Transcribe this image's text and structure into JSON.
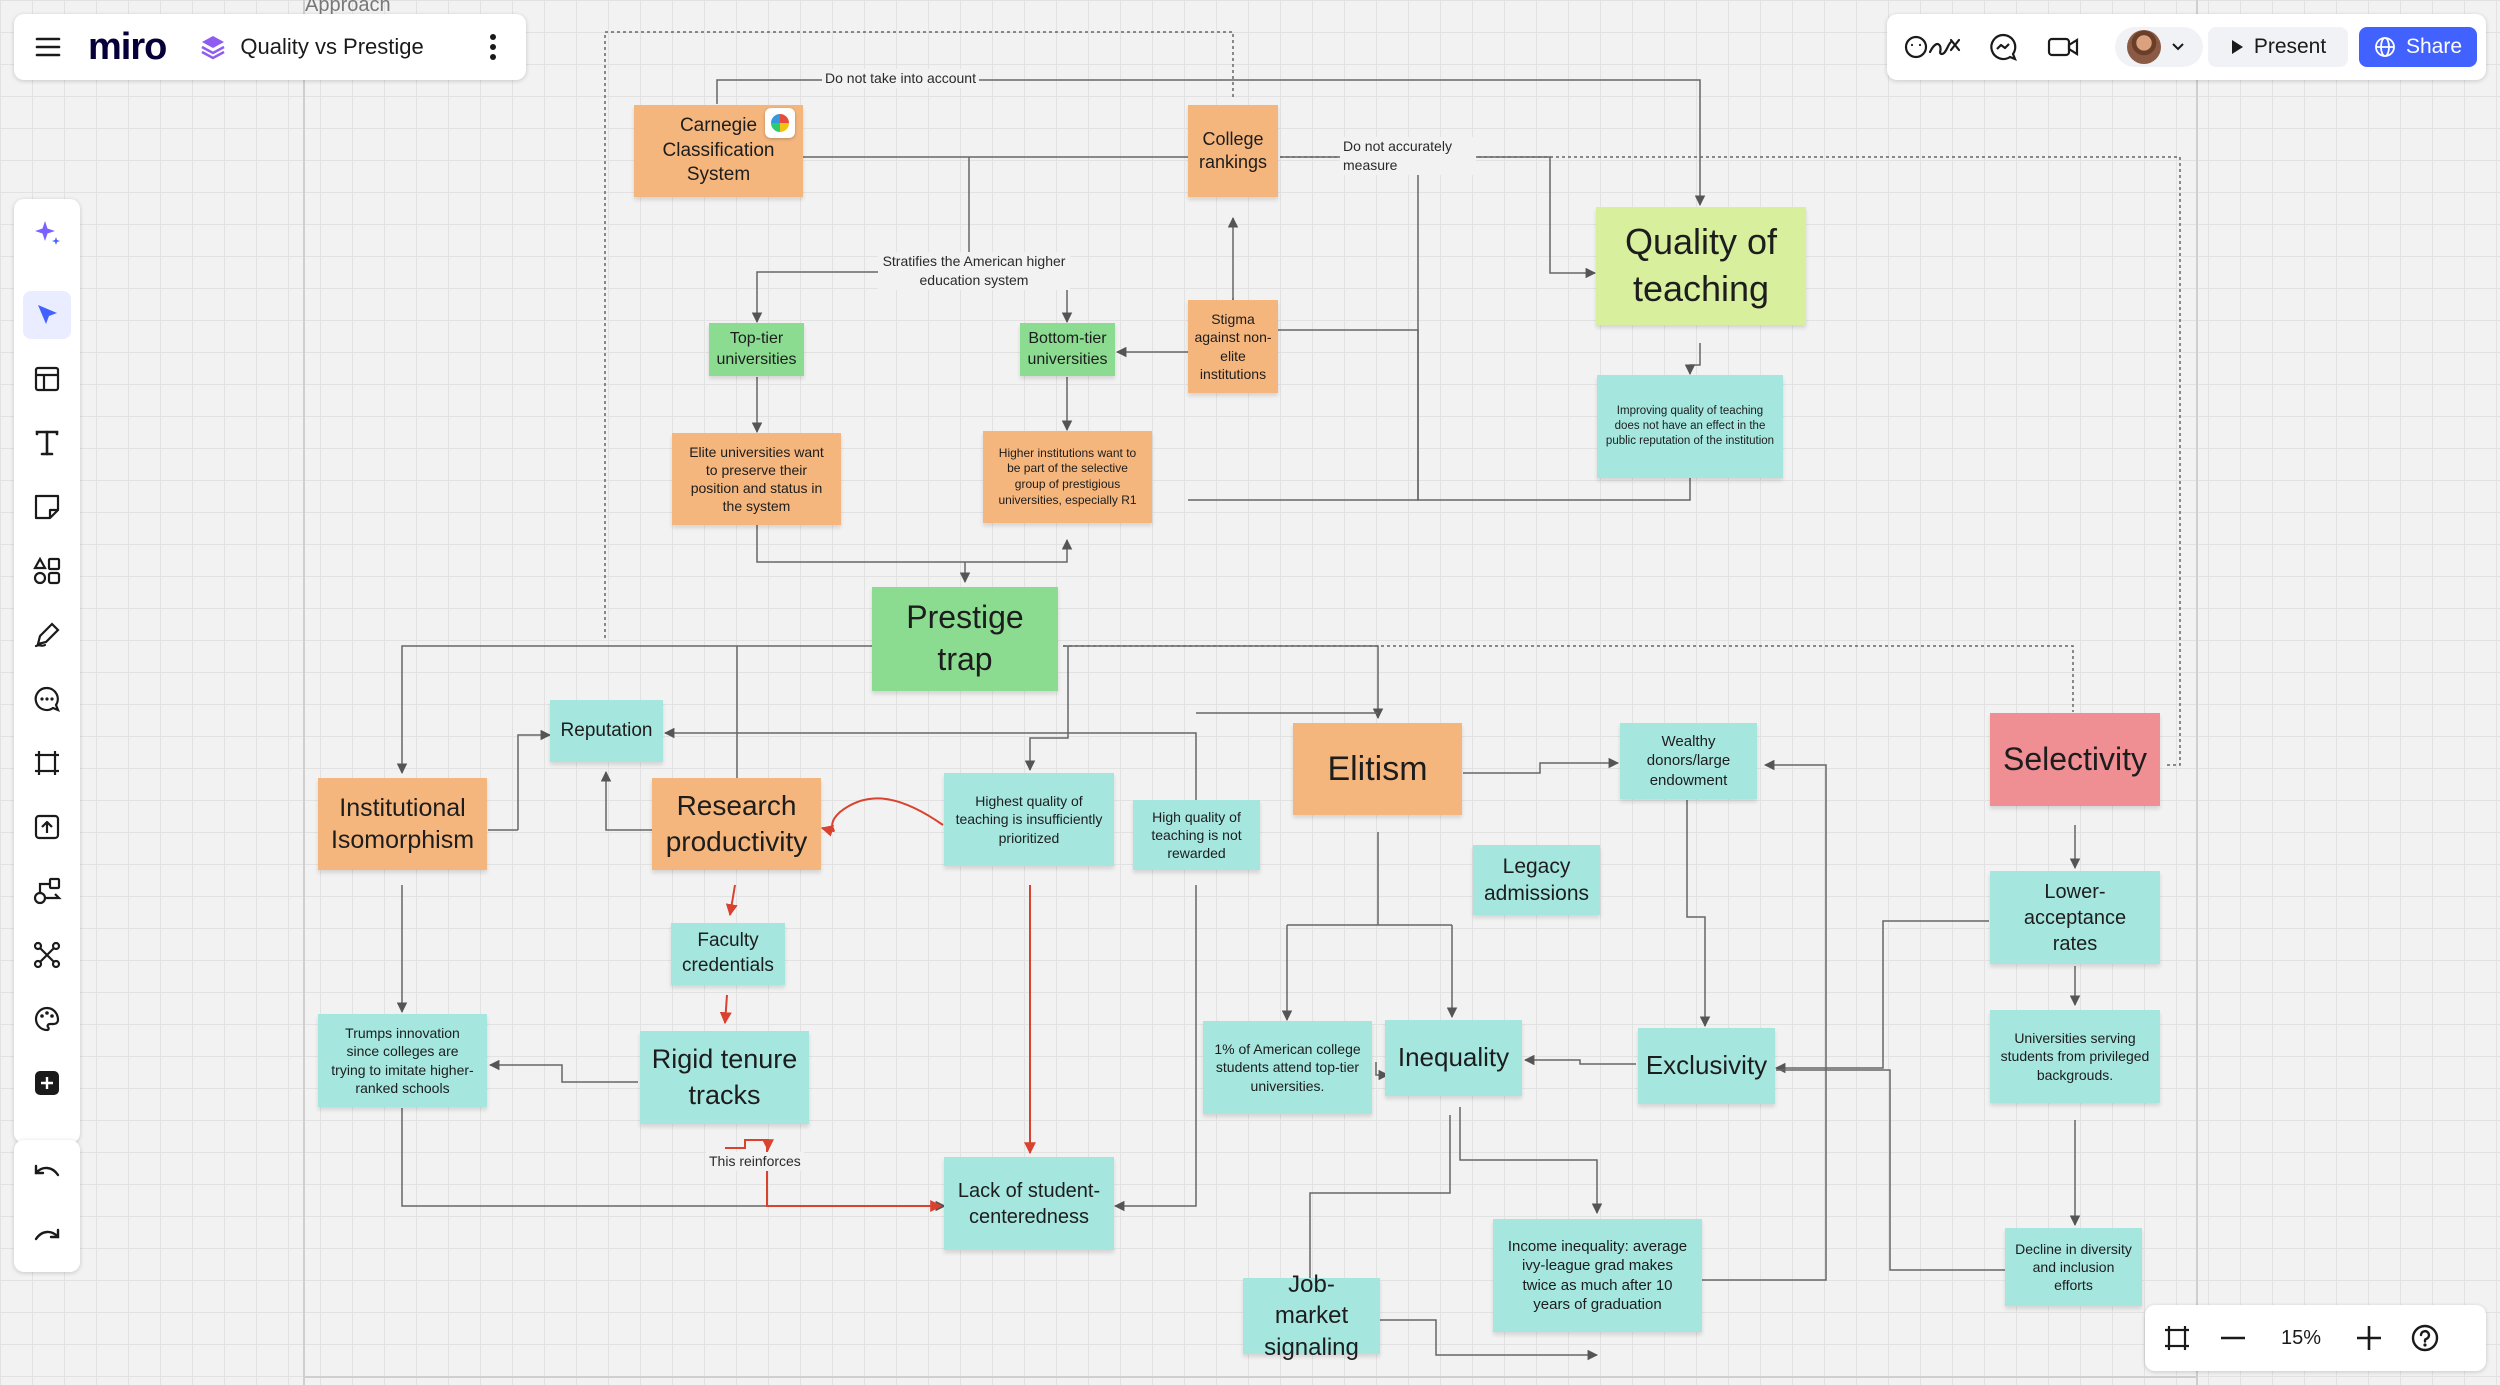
{
  "board": {
    "title": "Quality vs Prestige",
    "frame_label": "Approach"
  },
  "toolbar": {
    "present_label": "Present",
    "share_label": "Share",
    "tools": [
      "ai-sparkle",
      "select",
      "templates",
      "text",
      "sticky-note",
      "shapes",
      "pen",
      "comment",
      "frame",
      "upload",
      "diagramming",
      "mind-map",
      "apps",
      "more"
    ]
  },
  "zoom": {
    "level": "15%"
  },
  "colors": {
    "orange": "#f5b67d",
    "green": "#8bdc91",
    "lime": "#d8ef9e",
    "teal": "#a5e6df",
    "pink": "#ef8e93",
    "accent": "#4262ff",
    "red_arrow": "#d9422f"
  },
  "notes": {
    "carnegie": "Carnegie Classification System",
    "college_rankings": "College rankings",
    "quality_teaching": "Quality of teaching",
    "top_tier": "Top-tier universities",
    "bottom_tier": "Bottom-tier universities",
    "stigma": "Stigma against non-elite institutions",
    "improving_quality": "Improving quality of teaching does not have an effect in the public reputation of the institution",
    "elite_preserve": "Elite universities want to preserve their position and status in the system",
    "higher_inst": "Higher institutions want to be part of the selective group of prestigious universities, especially R1",
    "prestige_trap": "Prestige trap",
    "reputation": "Reputation",
    "institutional_iso": "Institutional Isomorphism",
    "research_prod": "Research productivity",
    "highest_quality": "Highest quality of teaching is insufficiently prioritized",
    "high_quality_not_rewarded": "High quality of teaching is not rewarded",
    "elitism": "Elitism",
    "wealthy_donors": "Wealthy donors/large endowment",
    "selectivity": "Selectivity",
    "legacy": "Legacy admissions",
    "faculty_cred": "Faculty credentials",
    "lower_acceptance": "Lower-acceptance rates",
    "universities_serving": "Universities serving students from privileged backgrouds.",
    "trumps_innovation": "Trumps innovation since colleges are trying to imitate higher-ranked schools",
    "rigid_tenure": "Rigid tenure tracks",
    "one_percent": "1% of American college students attend top-tier universities.",
    "inequality": "Inequality",
    "exclusivity": "Exclusivity",
    "lack_student": "Lack of student-centeredness",
    "income_inequality": "Income inequality: average ivy-league grad makes twice as much after 10 years of graduation",
    "job_market": "Job-market signaling",
    "decline_diversity": "Decline in diversity and inclusion efforts"
  },
  "connector_labels": {
    "do_not_take": "Do not take into account",
    "do_not_measure": "Do not accurately measure",
    "stratifies": "Stratifies the American higher education system",
    "reinforces": "This reinforces"
  }
}
